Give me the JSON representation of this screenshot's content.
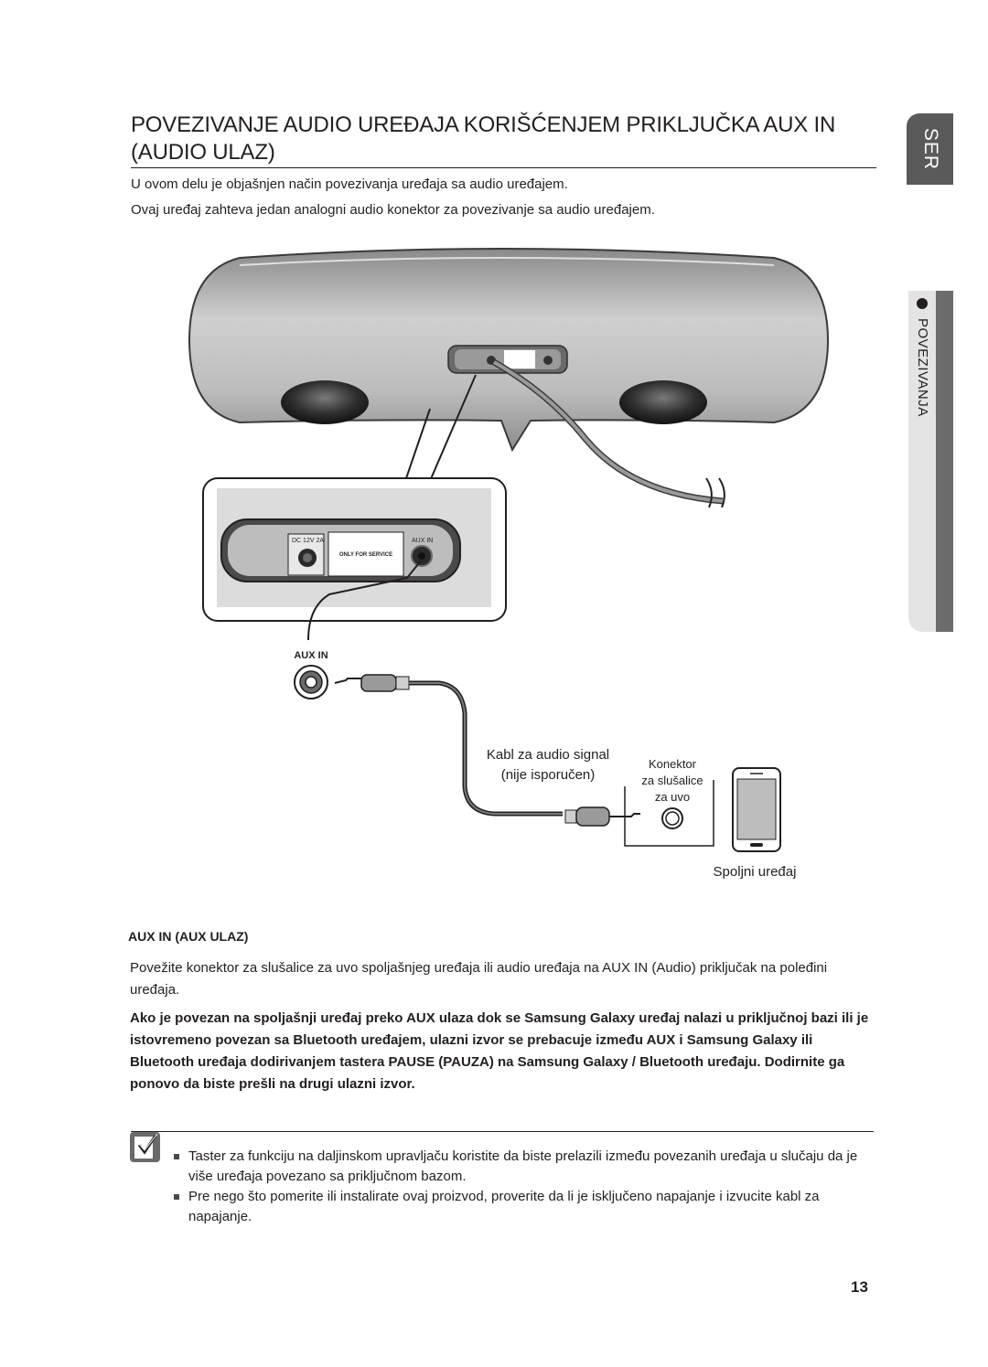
{
  "header": {
    "title": "POVEZIVANJE AUDIO UREĐAJA KORIŠĆENJEM PRIKLJUČKA AUX IN (AUDIO ULAZ)",
    "intro_1": "U ovom delu je objašnjen način povezivanja uređaja sa audio uređajem.",
    "intro_2": "Ovaj uređaj zahteva jedan analogni audio konektor za povezivanje sa audio uređajem."
  },
  "side_tabs": {
    "language": "SER",
    "section": "POVEZIVANJA"
  },
  "diagram": {
    "panel_labels": {
      "dc": "DC 12V 2A",
      "service": "ONLY FOR SERVICE",
      "aux": "AUX IN"
    },
    "aux_in_label": "AUX IN",
    "cable_label_1": "Kabl za audio signal",
    "cable_label_2": "(nije isporučen)",
    "connector_label_1": "Konektor",
    "connector_label_2": "za slušalice",
    "connector_label_3": "za uvo",
    "external_device_label": "Spoljni uređaj"
  },
  "section": {
    "heading": "AUX IN (AUX ULAZ)",
    "paragraph_1": "Povežite konektor za slušalice za uvo spoljašnjeg uređaja ili audio uređaja na AUX IN (Audio) priključak na poleđini uređaja.",
    "paragraph_bold": "Ako je povezan na spoljašnji uređaj preko AUX ulaza dok se Samsung Galaxy uređaj nalazi u priključnoj bazi ili je istovremeno povezan sa Bluetooth uređajem, ulazni izvor se prebacuje između AUX i Samsung Galaxy ili Bluetooth uređaja dodirivanjem tastera PAUSE (PAUZA) na Samsung Galaxy / Bluetooth uređaju. Dodirnite ga ponovo da biste prešli na drugi ulazni izvor."
  },
  "notes": [
    "Taster za funkciju na daljinskom upravljaču koristite da biste prelazili između povezanih uređaja u slučaju da je više uređaja povezano sa priključnom bazom.",
    "Pre nego što pomerite ili instalirate ovaj proizvod, proverite da li je isključeno napajanje i izvucite kabl za napajanje."
  ],
  "page_number": "13"
}
